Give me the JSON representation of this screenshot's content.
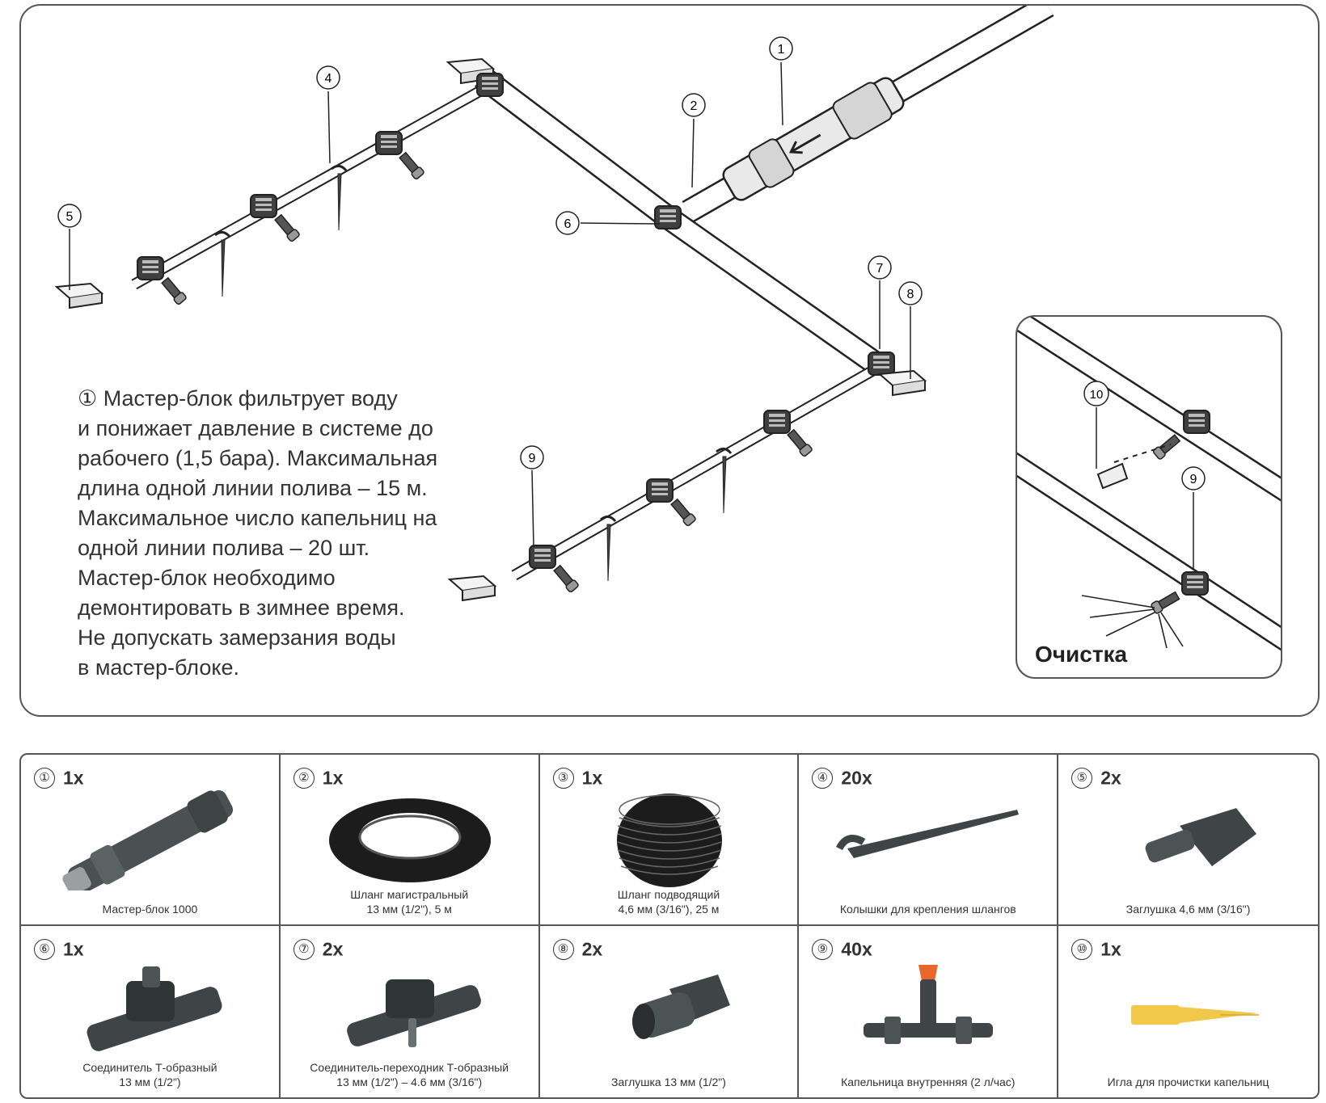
{
  "description": {
    "lines": [
      "① Мастер-блок фильтрует воду",
      "и понижает давление в системе до",
      "рабочего (1,5 бара). Максимальная",
      "длина одной линии полива – 15 м.",
      "Максимальное число капельниц на",
      "одной линии полива – 20 шт.",
      "Мастер-блок необходимо",
      "демонтировать в зимнее время.",
      "Не допускать замерзания воды",
      "в мастер-блоке."
    ]
  },
  "callouts": [
    "1",
    "2",
    "4",
    "5",
    "6",
    "7",
    "8",
    "9"
  ],
  "cleaning": {
    "label": "Очистка",
    "callouts": [
      "10",
      "9"
    ]
  },
  "parts": [
    {
      "num": "①",
      "qty": "1x",
      "caption": [
        "Мастер-блок 1000"
      ],
      "icon": "master-block-icon"
    },
    {
      "num": "②",
      "qty": "1x",
      "caption": [
        "Шланг магистральный",
        "13 мм (1/2\"), 5 м"
      ],
      "icon": "main-hose-coil-icon"
    },
    {
      "num": "③",
      "qty": "1x",
      "caption": [
        "Шланг подводящий",
        "4,6 мм (3/16\"), 25 м"
      ],
      "icon": "supply-hose-coil-icon"
    },
    {
      "num": "④",
      "qty": "20x",
      "caption": [
        "Колышки для крепления шлангов"
      ],
      "icon": "hose-peg-icon"
    },
    {
      "num": "⑤",
      "qty": "2x",
      "caption": [
        "Заглушка 4,6 мм (3/16\")"
      ],
      "icon": "end-plug-small-icon"
    },
    {
      "num": "⑥",
      "qty": "1x",
      "caption": [
        "Соединитель Т-образный",
        "13 мм (1/2\")"
      ],
      "icon": "t-connector-icon"
    },
    {
      "num": "⑦",
      "qty": "2x",
      "caption": [
        "Соединитель-переходник Т-образный",
        "13 мм (1/2\") – 4.6 мм (3/16\")"
      ],
      "icon": "t-adapter-icon"
    },
    {
      "num": "⑧",
      "qty": "2x",
      "caption": [
        "Заглушка 13 мм (1/2\")"
      ],
      "icon": "end-plug-large-icon"
    },
    {
      "num": "⑨",
      "qty": "40x",
      "caption": [
        "Капельница внутренняя (2 л/час)"
      ],
      "icon": "inline-dripper-icon"
    },
    {
      "num": "⑩",
      "qty": "1x",
      "caption": [
        "Игла для прочистки капельниц"
      ],
      "icon": "cleaning-needle-icon"
    }
  ],
  "colors": {
    "outline": "#555555",
    "pipe": "#ffffff",
    "fitting": "#4a4a4a",
    "needle": "#f2c84b",
    "dripper_tip": "#e8672a"
  }
}
